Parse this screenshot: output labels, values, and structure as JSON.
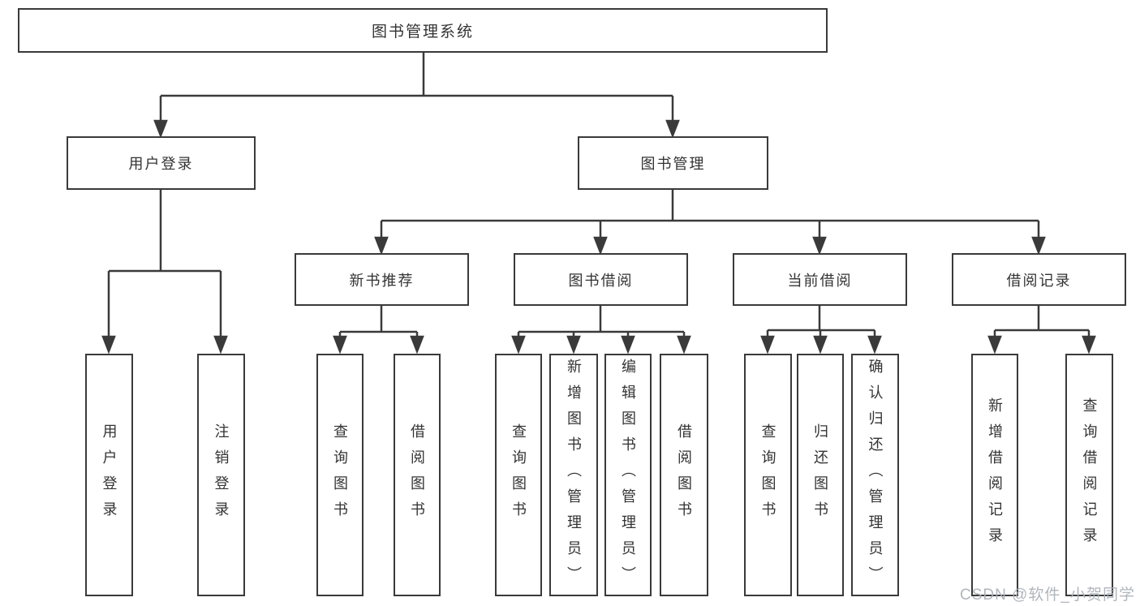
{
  "diagram": {
    "root": "图书管理系统",
    "level2": {
      "user_login": "用户登录",
      "book_mgmt": "图书管理"
    },
    "level3": {
      "new_book_rec": "新书推荐",
      "book_borrow": "图书借阅",
      "current_borrow": "当前借阅",
      "borrow_record": "借阅记录"
    },
    "leaves": {
      "user_login": "用户登录",
      "logout": "注销登录",
      "query_books_a": "查询图书",
      "borrow_books_a": "借阅图书",
      "query_books_b": "查询图书",
      "add_books": "新增图书（管理员）",
      "edit_books": "编辑图书（管理员）",
      "borrow_books_b": "借阅图书",
      "query_books_c": "查询图书",
      "return_books": "归还图书",
      "confirm_return": "确认归还（管理员）",
      "add_borrow_record": "新增借阅记录",
      "query_borrow_record": "查询借阅记录"
    }
  },
  "watermark": {
    "text": "CSDN @软件_小贺同学"
  },
  "colors": {
    "line": "#3a3a3a",
    "text": "#333333",
    "background": "#ffffff",
    "watermark": "#aab0b8"
  }
}
